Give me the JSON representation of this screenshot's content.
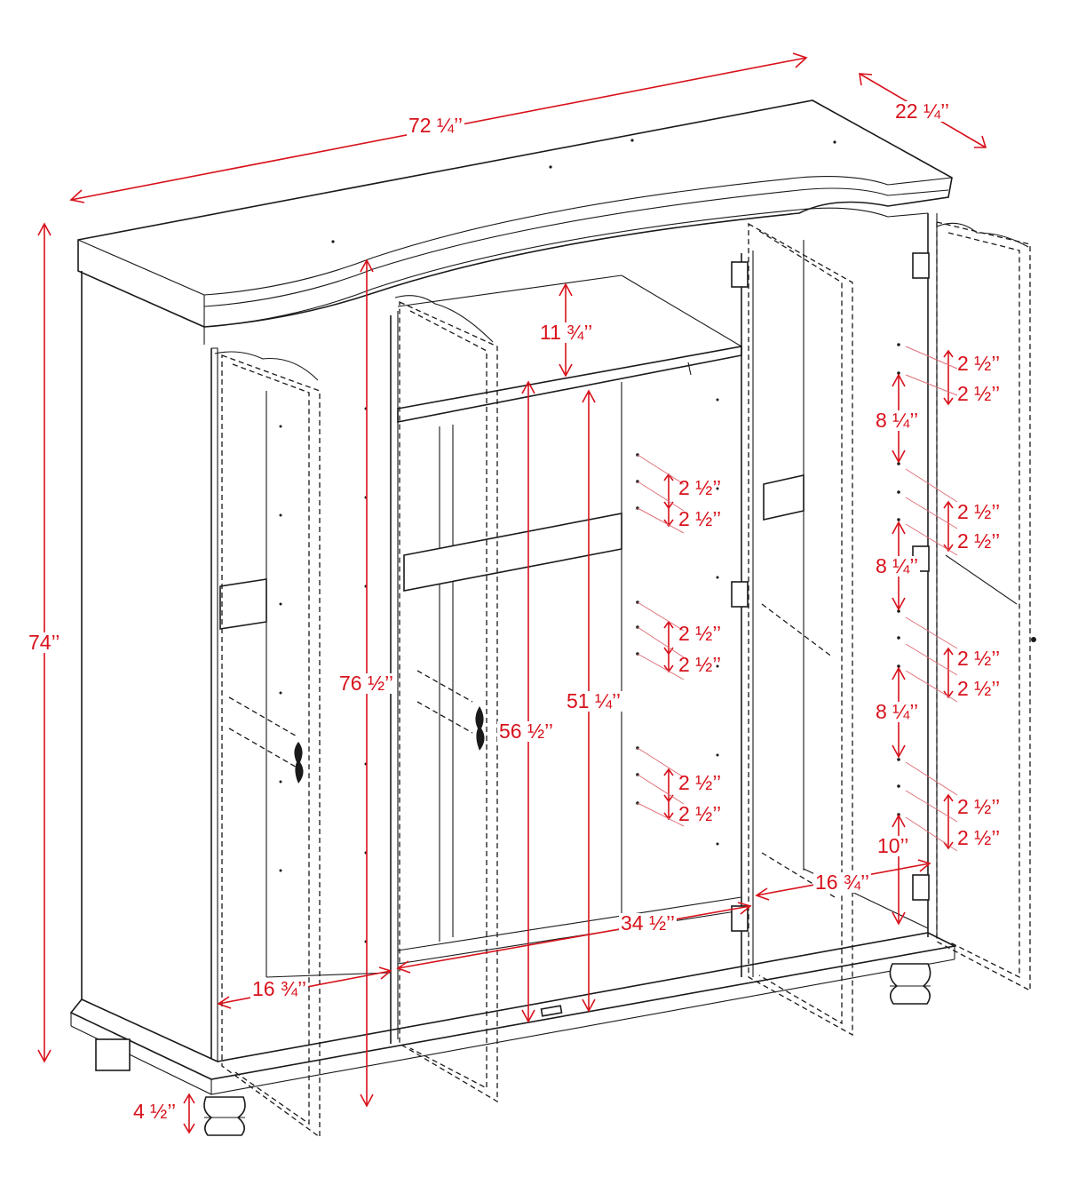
{
  "diagram": {
    "subject": "Four-door wardrobe armoire with dimensions",
    "colors": {
      "dimension": "#d8111b",
      "line": "#1a1a1a",
      "background": "#ffffff"
    },
    "overall": {
      "width": "72 ¼’’",
      "depth": "22 ¼’’",
      "height": "74’’",
      "inner_height_total": "76 ½’’",
      "foot_height": "4 ½’’"
    },
    "interior": {
      "top_shelf_clearance": "11 ¾’’",
      "hanging_height_to_rod": "56 ½’’",
      "hanging_height_below_shelf": "51 ¼’’",
      "center_width": "34 ½’’",
      "left_section_width": "16 ¾’’",
      "right_section_width": "16 ¾’’"
    },
    "center_shelf_pin_spacing": [
      "2 ½’’",
      "2 ½’’",
      "2 ½’’",
      "2 ½’’",
      "2 ½’’",
      "2 ½’’"
    ],
    "right_shelf_pin_spacing": [
      "2 ½’’",
      "2 ½’’",
      "2 ½’’",
      "2 ½’’",
      "2 ½’’",
      "2 ½’’",
      "2 ½’’",
      "2 ½’’"
    ],
    "right_shelf_gaps": [
      "8 ¼’’",
      "8 ¼’’",
      "8 ¼’’",
      "10’’"
    ]
  }
}
